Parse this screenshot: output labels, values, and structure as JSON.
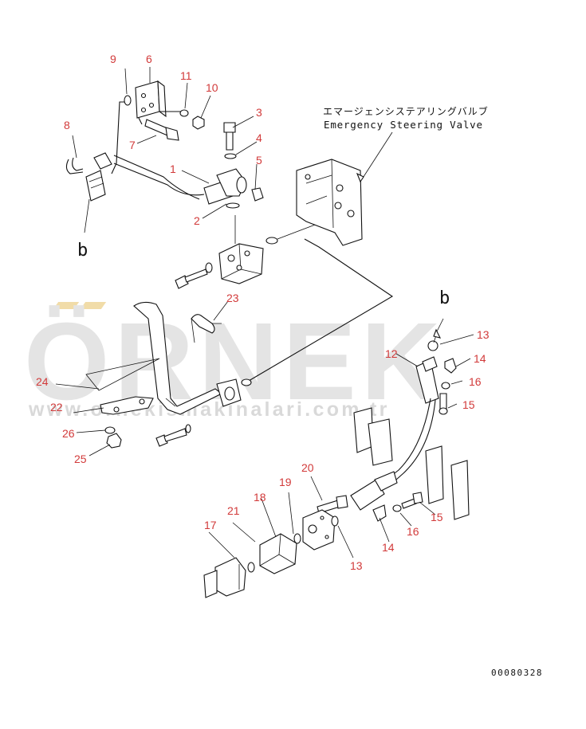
{
  "watermark": {
    "big": "ÖRNEK",
    "url": "www.ornekismakinalari.com.tr"
  },
  "valve_label": {
    "japanese": "エマージェンシステアリングバルブ",
    "english": "Emergency Steering Valve"
  },
  "reference_letters": {
    "b_left": "b",
    "b_right": "b"
  },
  "part_numbers": {
    "p1": "1",
    "p2": "2",
    "p3": "3",
    "p4": "4",
    "p5": "5",
    "p6": "6",
    "p7": "7",
    "p8": "8",
    "p9": "9",
    "p10": "10",
    "p11": "11",
    "p12": "12",
    "p13a": "13",
    "p13b": "13",
    "p14a": "14",
    "p14b": "14",
    "p15a": "15",
    "p15b": "15",
    "p16a": "16",
    "p16b": "16",
    "p17": "17",
    "p18": "18",
    "p19": "19",
    "p20": "20",
    "p21": "21",
    "p22": "22",
    "p23": "23",
    "p24": "24",
    "p25": "25",
    "p26": "26"
  },
  "drawing_code": "00080328",
  "colors": {
    "callout": "#d23a3a",
    "line": "#111111",
    "watermark": "#e4e4e4",
    "watermark_accent": "#f1dca8"
  }
}
